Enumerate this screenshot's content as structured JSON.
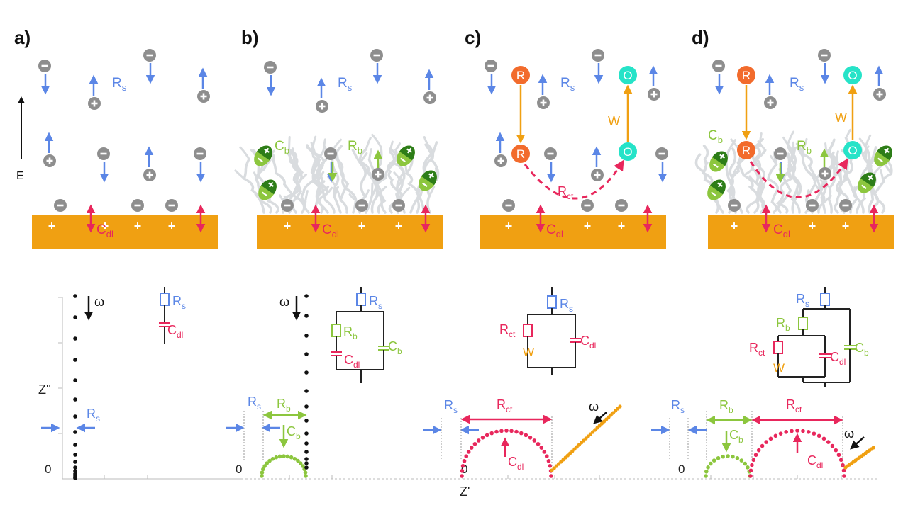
{
  "panel_labels": [
    "a)",
    "b)",
    "c)",
    "d)"
  ],
  "symbols": {
    "minus": "−",
    "plus": "+",
    "R": "R",
    "O": "O",
    "E": "E",
    "W": "W",
    "C": "C",
    "omega": "ω",
    "Zpp": "Z''",
    "Zp": "Z'",
    "zero": "0",
    "s": "s",
    "dl": "dl",
    "b": "b",
    "ct": "ct"
  },
  "colors": {
    "electrode": "#f0a012",
    "ion": "#8e8e8e",
    "blue": "#5b86e6",
    "red": "#e8275c",
    "green": "#8cc63e",
    "dark_green": "#2d7d18",
    "orange_species": "#f26b2c",
    "cyan_species": "#26e3c8",
    "arrow_orange": "#f0a012",
    "polymer": "#d9dcdf",
    "black": "#111111"
  }
}
